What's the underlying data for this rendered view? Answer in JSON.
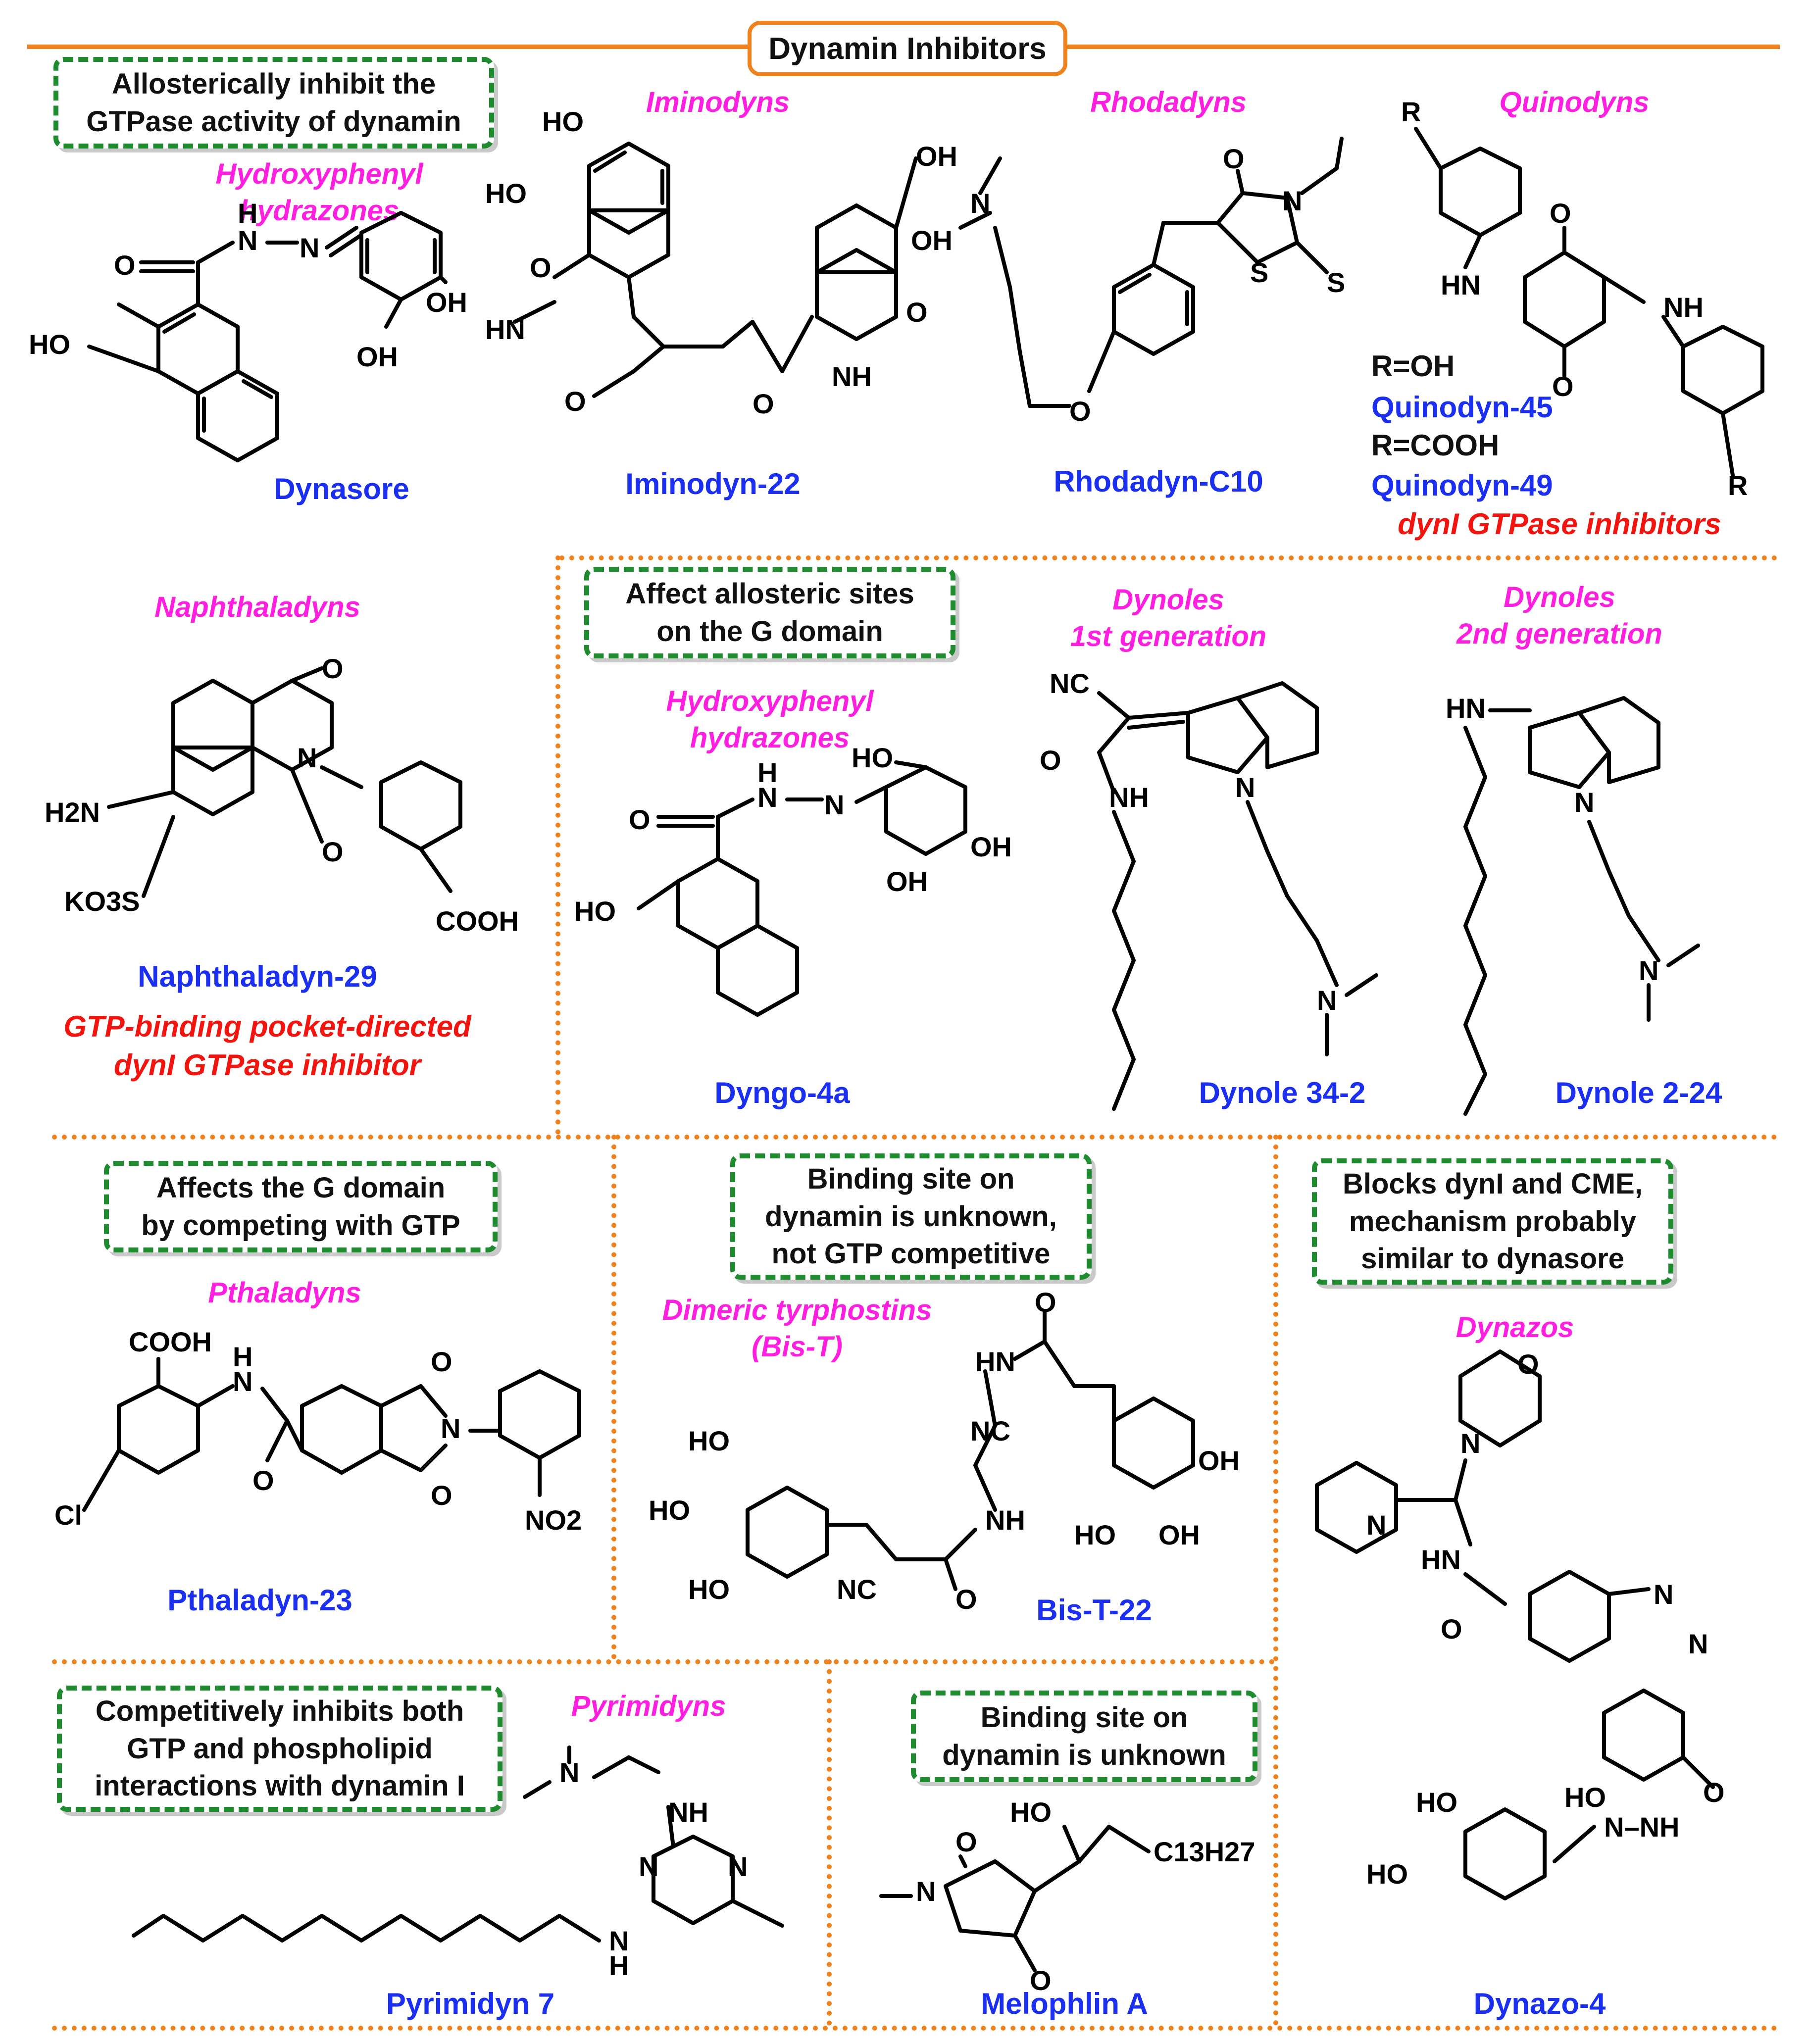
{
  "title": "Dynamin Inhibitors",
  "colors": {
    "orange": "#F0821E",
    "green_box": "#1E8C2E",
    "class_label": "#FF1FE0",
    "compound_name": "#1A2FF0",
    "note_red": "#F2150F"
  },
  "mechanisms": {
    "allosteric_gtpase": "Allosterically inhibit the\nGTPase activity of dynamin",
    "allosteric_g_domain": "Affect allosteric sites\non the G domain",
    "compete_gtp": "Affects the G domain\nby competing with GTP",
    "unknown_not_competitive": "Binding site on\ndynamin is unknown,\nnot GTP competitive",
    "blocks_cme": "Blocks dynI and CME,\nmechanism probably\nsimilar to dynasore",
    "competitive_both": "Competitively inhibits both\nGTP and phospholipid\ninteractions with dynamin I",
    "unknown": "Binding site on\ndynamin is unknown"
  },
  "classes": {
    "hydroxyphenyl_1": "Hydroxyphenyl\nhydrazones",
    "iminodyns": "Iminodyns",
    "rhodadyns": "Rhodadyns",
    "quinodyns": "Quinodyns",
    "naphthaladyns": "Naphthaladyns",
    "hydroxyphenyl_2": "Hydroxyphenyl\nhydrazones",
    "dynoles_1": "Dynoles\n1st generation",
    "dynoles_2": "Dynoles\n2nd generation",
    "pthaladyns": "Pthaladyns",
    "tyrphostins": "Dimeric tyrphostins\n(Bis-T)",
    "dynazos": "Dynazos",
    "pyrimidyns": "Pyrimidyns"
  },
  "compounds": {
    "dynasore": "Dynasore",
    "iminodyn": "Iminodyn-22",
    "rhodadyn": "Rhodadyn-C10",
    "quinodyn45": "Quinodyn-45",
    "quinodyn49": "Quinodyn-49",
    "naphthaladyn": "Naphthaladyn-29",
    "dyngo": "Dyngo-4a",
    "dynole34": "Dynole 34-2",
    "dynole224": "Dynole 2-24",
    "pthaladyn": "Pthaladyn-23",
    "bist": "Bis-T-22",
    "dynazo": "Dynazo-4",
    "pyrimidyn": "Pyrimidyn 7",
    "melophlin": "Melophlin A"
  },
  "quinodyn_r": {
    "r_oh": "R=OH",
    "r_cooh": "R=COOH"
  },
  "notes": {
    "quinodyn_note": "dynI GTPase inhibitors",
    "naphthaladyn_note": "GTP-binding pocket-directed\ndynI GTPase inhibitor"
  }
}
